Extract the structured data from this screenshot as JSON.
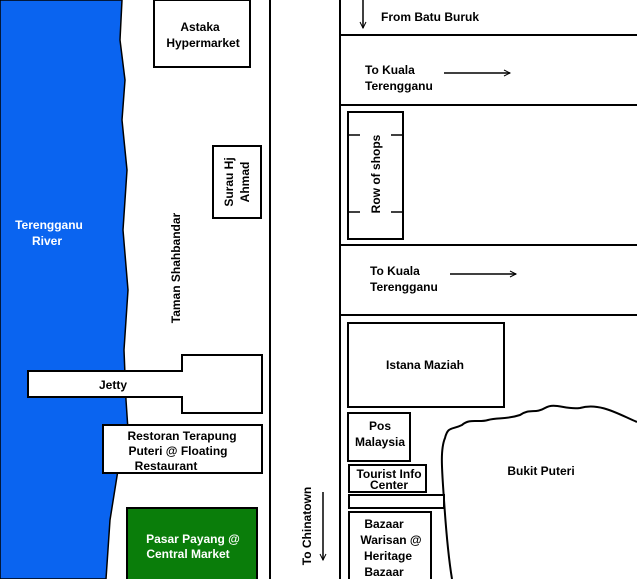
{
  "colors": {
    "river": "#0a64f0",
    "market": "#0a7d0a",
    "line": "#000000",
    "background": "#ffffff"
  },
  "labels": {
    "from_batu_buruk": "From Batu Buruk",
    "astaka_1": "Astaka",
    "astaka_2": "Hypermarket",
    "to_kt_1a": "To Kuala",
    "to_kt_1b": "Terengganu",
    "row_of_shops": "Row of shops",
    "surau_1": "Surau Hj",
    "surau_2": "Ahmad",
    "river_1": "Terengganu",
    "river_2": "River",
    "taman": "Taman Shahbandar",
    "to_kt_2a": "To Kuala",
    "to_kt_2b": "Terengganu",
    "istana": "Istana Maziah",
    "jetty": "Jetty",
    "pos_1": "Pos",
    "pos_2": "Malaysia",
    "restoran_1": "Restoran Terapung",
    "restoran_2": "Puteri @ Floating",
    "restoran_3": "Restaurant",
    "bukit_puteri": "Bukit Puteri",
    "tourist_1": "Tourist Info",
    "tourist_2": "Center",
    "to_chinatown": "To Chinatown",
    "pasar_1": "Pasar Payang @",
    "pasar_2": "Central Market",
    "bazaar_1": "Bazaar",
    "bazaar_2": "Warisan @",
    "bazaar_3": "Heritage",
    "bazaar_4": "Bazaar"
  }
}
